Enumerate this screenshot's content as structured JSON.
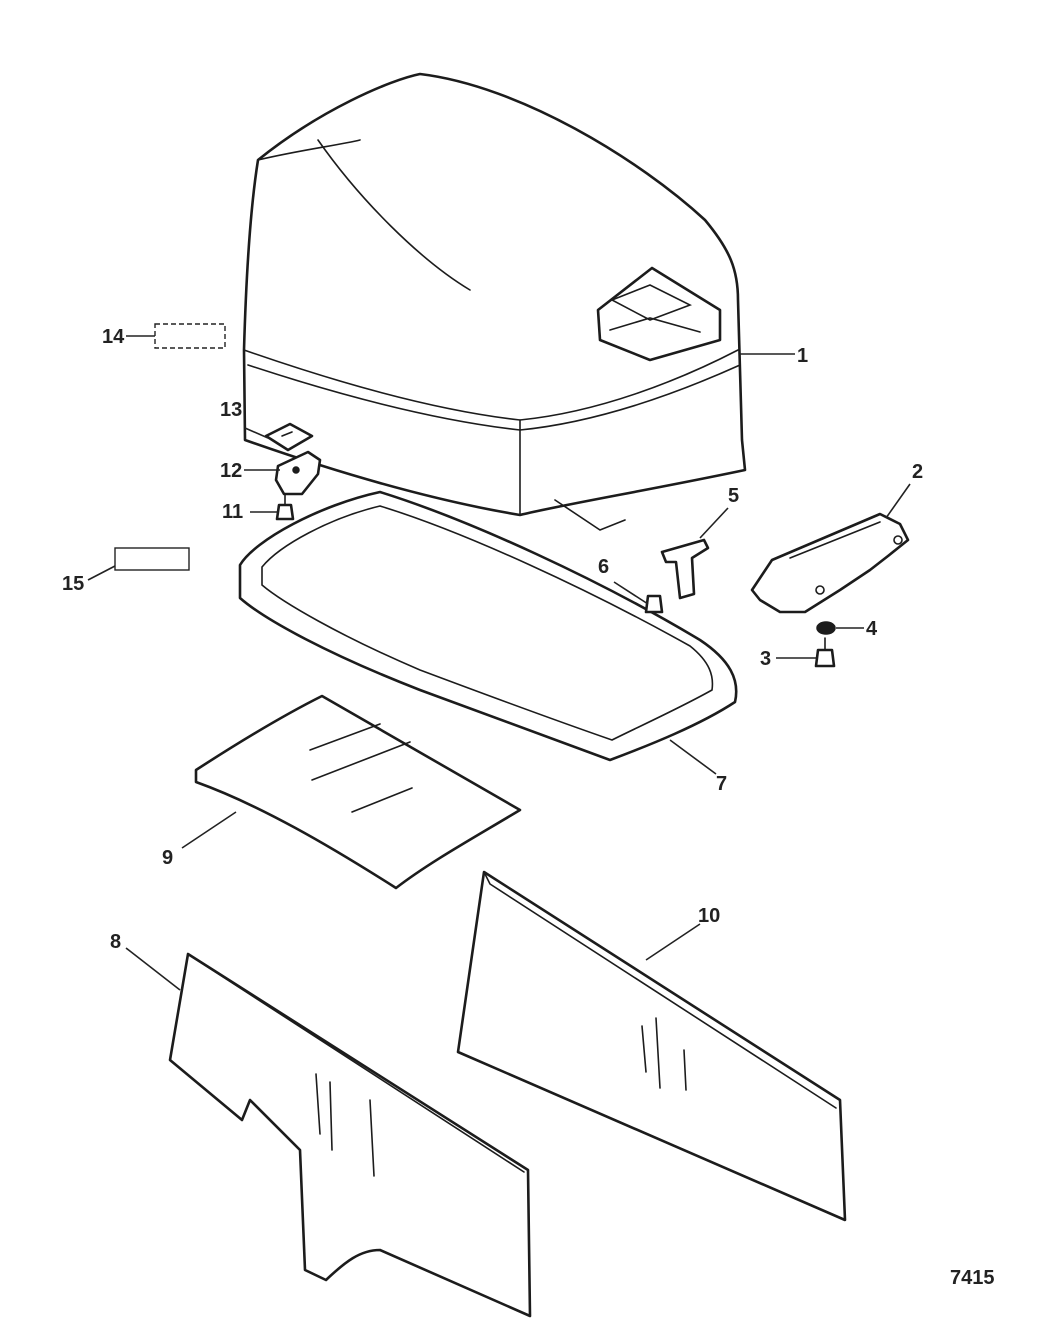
{
  "callouts": [
    {
      "id": "1",
      "label": "1"
    },
    {
      "id": "2",
      "label": "2"
    },
    {
      "id": "3",
      "label": "3"
    },
    {
      "id": "4",
      "label": "4"
    },
    {
      "id": "5",
      "label": "5"
    },
    {
      "id": "6",
      "label": "6"
    },
    {
      "id": "7",
      "label": "7"
    },
    {
      "id": "8",
      "label": "8"
    },
    {
      "id": "9",
      "label": "9"
    },
    {
      "id": "10",
      "label": "10"
    },
    {
      "id": "11",
      "label": "11"
    },
    {
      "id": "12",
      "label": "12"
    },
    {
      "id": "13",
      "label": "13"
    },
    {
      "id": "14",
      "label": "14"
    },
    {
      "id": "15",
      "label": "15"
    }
  ],
  "figure_number": "7415"
}
